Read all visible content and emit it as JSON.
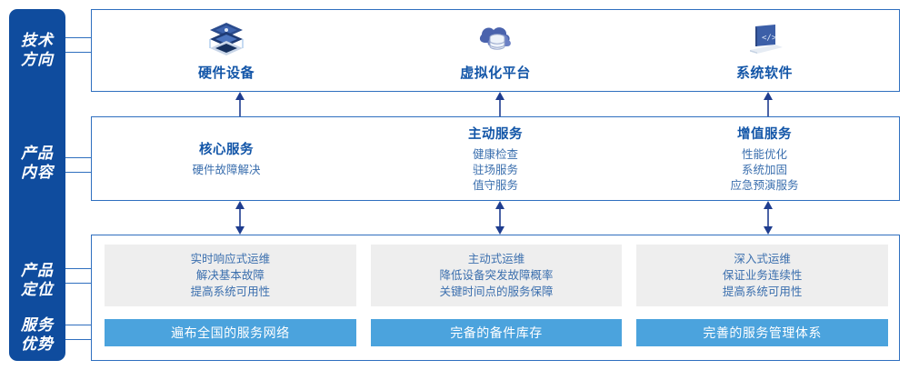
{
  "rail": {
    "labels": [
      {
        "text": "技术\n方向"
      },
      {
        "text": "产品\n内容"
      },
      {
        "text": "产品\n定位"
      },
      {
        "text": "服务\n优势"
      }
    ]
  },
  "tech_direction": {
    "items": [
      {
        "name": "硬件设备",
        "icon": "server-stack-icon"
      },
      {
        "name": "虚拟化平台",
        "icon": "cloud-database-icon"
      },
      {
        "name": "系统软件",
        "icon": "laptop-code-icon"
      }
    ]
  },
  "product_content": {
    "columns": [
      {
        "title": "核心服务",
        "items": [
          "硬件故障解决"
        ]
      },
      {
        "title": "主动服务",
        "items": [
          "健康检查",
          "驻场服务",
          "值守服务"
        ]
      },
      {
        "title": "增值服务",
        "items": [
          "性能优化",
          "系统加固",
          "应急预演服务"
        ]
      }
    ]
  },
  "product_positioning": {
    "cards": [
      {
        "lines": [
          "实时响应式运维",
          "解决基本故障",
          "提高系统可用性"
        ]
      },
      {
        "lines": [
          "主动式运维",
          "降低设备突发故障概率",
          "关键时间点的服务保障"
        ]
      },
      {
        "lines": [
          "深入式运维",
          "保证业务连续性",
          "提高系统可用性"
        ]
      }
    ]
  },
  "service_advantage": {
    "bars": [
      {
        "label": "遍布全国的服务网络"
      },
      {
        "label": "完备的备件库存"
      },
      {
        "label": "完善的服务管理体系"
      }
    ]
  },
  "colors": {
    "rail_blue": "#0f4c9e",
    "border_blue": "#2f6fbf",
    "title_blue": "#1356a8",
    "text_blue": "#3b6fae",
    "bar_blue": "#4ba3dd",
    "card_gray": "#eeeeee"
  }
}
